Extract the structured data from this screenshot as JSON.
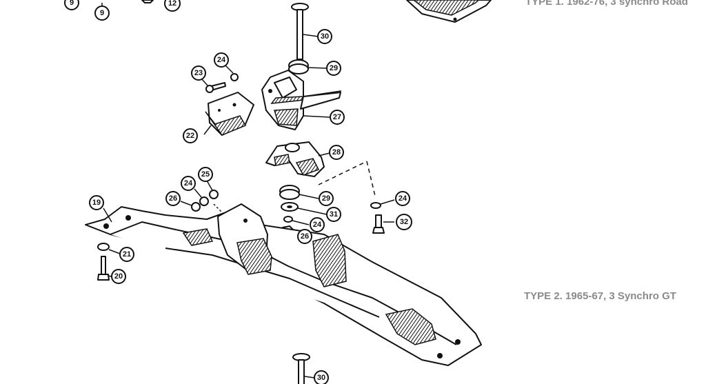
{
  "captions": {
    "type1": "TYPE 1. 1962-76, 3 synchro Road",
    "type2": "TYPE 2. 1965-67, 3 Synchro GT"
  },
  "callouts": {
    "c9a": "9",
    "c9b": "9",
    "c12": "12",
    "c30top": "30",
    "c29top": "29",
    "c24top": "24",
    "c23": "23",
    "c22": "22",
    "c27": "27",
    "c28": "28",
    "c25": "25",
    "c24mid": "24",
    "c26left": "26",
    "c19": "19",
    "c29mid": "29",
    "c31": "31",
    "c24lower": "24",
    "c26lower": "26",
    "c24right": "24",
    "c32": "32",
    "c21": "21",
    "c20": "20",
    "c30bottom": "30"
  }
}
